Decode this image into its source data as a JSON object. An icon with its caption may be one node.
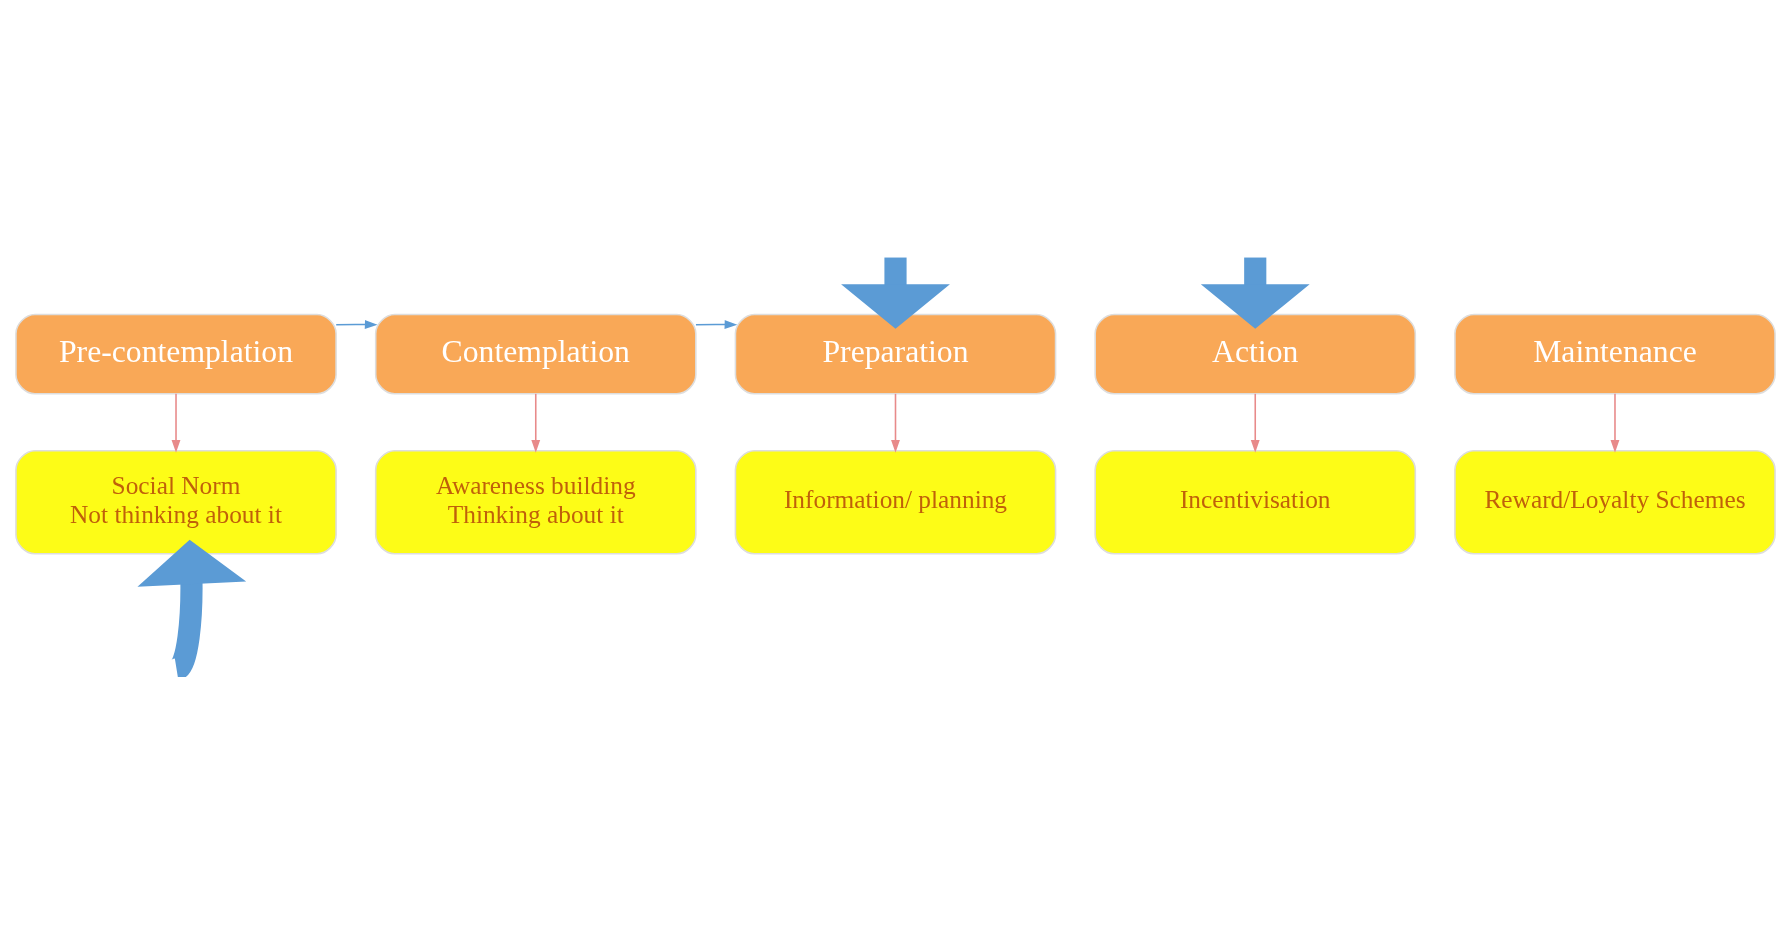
{
  "diagram": {
    "nodes": [
      {
        "text": [
          "Pre-contemplation"
        ]
      },
      {
        "text": [
          "Contemplation"
        ]
      },
      {
        "text": [
          "Preparation"
        ]
      },
      {
        "text": [
          "Action"
        ]
      },
      {
        "text": [
          "Maintenance"
        ]
      },
      {
        "text": [
          "Social Norm",
          "Not thinking about it"
        ]
      },
      {
        "text": [
          "Awareness building",
          "Thinking about it"
        ]
      },
      {
        "text": [
          "Information/ planning"
        ]
      },
      {
        "text": [
          "Incentivisation"
        ]
      },
      {
        "text": [
          "Reward/Loyalty Schemes"
        ]
      }
    ],
    "edges": [
      {
        "from": 0,
        "to": 5,
        "arrow": "to"
      },
      {
        "from": 1,
        "to": 6,
        "arrow": "to"
      },
      {
        "from": 2,
        "to": 7,
        "arrow": "to"
      },
      {
        "from": 3,
        "to": 8,
        "arrow": "to"
      },
      {
        "from": 4,
        "to": 9,
        "arrow": "to"
      },
      {
        "from": 0,
        "to": 1,
        "arrow": "to",
        "color": "#5b9bd5"
      },
      {
        "from": 1,
        "to": 2,
        "arrow": "to",
        "color": "#5b9bd5"
      },
      {
        "from": null,
        "to": 2,
        "arrow": "to",
        "style": "thick",
        "color": "#5b9bd5"
      },
      {
        "from": null,
        "to": 3,
        "arrow": "to",
        "style": "thick",
        "color": "#5b9bd5"
      },
      {
        "from": null,
        "to": 5,
        "arrow": "to",
        "style": "thick",
        "color": "#5b9bd5"
      }
    ]
  }
}
